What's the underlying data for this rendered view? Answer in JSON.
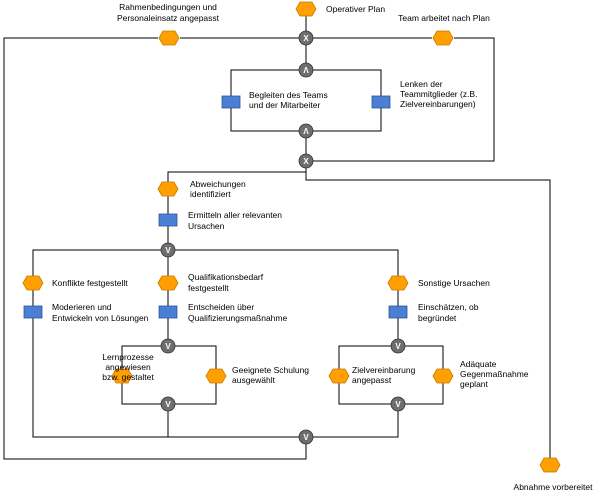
{
  "events": {
    "operativer_plan": "Operativer Plan",
    "rahmenbedingungen_1": "Rahmenbedingungen und",
    "rahmenbedingungen_2": "Personaleinsatz angepasst",
    "team_arbeitet": "Team arbeitet nach Plan",
    "abweichungen_1": "Abweichungen",
    "abweichungen_2": "identifiziert",
    "konflikte": "Konflikte festgestellt",
    "qualifikation_1": "Qualifikationsbedarf",
    "qualifikation_2": "festgestellt",
    "sonstige": "Sonstige Ursachen",
    "lernprozesse_1": "Lernprozesse",
    "lernprozesse_2": "angewiesen",
    "lernprozesse_3": "bzw. gestaltet",
    "schulung_1": "Geeignete Schulung",
    "schulung_2": "ausgewählt",
    "ziel_1": "Zielvereinbarung",
    "ziel_2": "angepasst",
    "gegen_1": "Adäquate",
    "gegen_2": "Gegenmaßnahme",
    "gegen_3": "geplant",
    "abnahme": "Abnahme vorbereitet"
  },
  "functions": {
    "begleiten_1": "Begleiten des Teams",
    "begleiten_2": "und der Mitarbeiter",
    "lenken_1": "Lenken der",
    "lenken_2": "Teammitglieder (z.B.",
    "lenken_3": "Zielvereinbarungen)",
    "ermitteln_1": "Ermitteln aller relevanten",
    "ermitteln_2": "Ursachen",
    "moderieren_1": "Moderieren und",
    "moderieren_2": "Entwickeln von Lösungen",
    "entscheiden_1": "Entscheiden über",
    "entscheiden_2": "Qualifizierungsmaßnahme",
    "einschaetzen_1": "Einschätzen, ob",
    "einschaetzen_2": "begründet"
  },
  "connectors": {
    "xor": "X",
    "and": "Λ",
    "or": "V"
  },
  "colors": {
    "event": "#ff9f00",
    "function": "#4a7fd4",
    "connector": "#6e6e6e"
  }
}
